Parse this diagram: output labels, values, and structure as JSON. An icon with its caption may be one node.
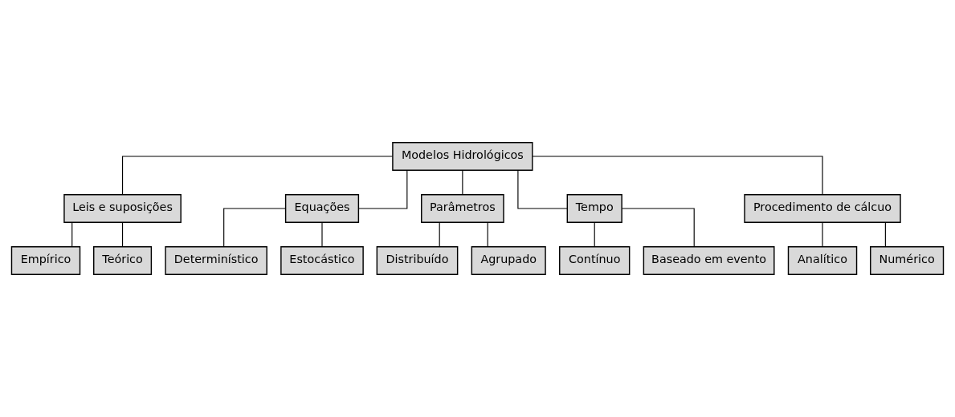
{
  "diagram": {
    "nodes": [
      {
        "text": [
          "Modelos Hidrológicos"
        ]
      },
      {
        "text": [
          "Leis e suposições"
        ]
      },
      {
        "text": [
          "Empírico"
        ]
      },
      {
        "text": [
          "Teórico"
        ]
      },
      {
        "text": [
          "Equações"
        ]
      },
      {
        "text": [
          "Determinístico"
        ]
      },
      {
        "text": [
          "Estocástico"
        ]
      },
      {
        "text": [
          "Parâmetros"
        ]
      },
      {
        "text": [
          "Distribuído"
        ]
      },
      {
        "text": [
          "Agrupado"
        ]
      },
      {
        "text": [
          "Tempo"
        ]
      },
      {
        "text": [
          "Contínuo"
        ]
      },
      {
        "text": [
          "Baseado em evento"
        ]
      },
      {
        "text": [
          "Procedimento de cálcuo"
        ]
      },
      {
        "text": [
          "Analítico"
        ]
      },
      {
        "text": [
          "Numérico"
        ]
      }
    ],
    "edges": [
      {
        "from": 0,
        "to": 1,
        "arrow": "none"
      },
      {
        "from": 0,
        "to": 4,
        "arrow": "none"
      },
      {
        "from": 0,
        "to": 7,
        "arrow": "none"
      },
      {
        "from": 0,
        "to": 10,
        "arrow": "none"
      },
      {
        "from": 0,
        "to": 13,
        "arrow": "none"
      },
      {
        "from": 1,
        "to": 2,
        "arrow": "none"
      },
      {
        "from": 1,
        "to": 3,
        "arrow": "none"
      },
      {
        "from": 4,
        "to": 5,
        "arrow": "none"
      },
      {
        "from": 4,
        "to": 6,
        "arrow": "none"
      },
      {
        "from": 7,
        "to": 8,
        "arrow": "none"
      },
      {
        "from": 7,
        "to": 9,
        "arrow": "none"
      },
      {
        "from": 10,
        "to": 11,
        "arrow": "none"
      },
      {
        "from": 10,
        "to": 12,
        "arrow": "none"
      },
      {
        "from": 13,
        "to": 14,
        "arrow": "none"
      },
      {
        "from": 13,
        "to": 15,
        "arrow": "none"
      }
    ]
  }
}
